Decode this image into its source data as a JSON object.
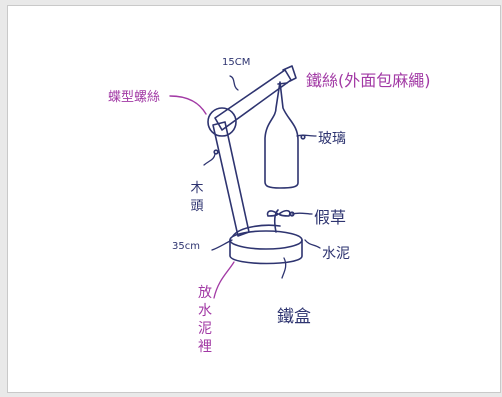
{
  "labels": {
    "length_top": "15CM",
    "wire": "鐵絲(外面包麻繩)",
    "wing_screw": "蝶型螺絲",
    "glass": "玻璃",
    "wood": "木頭",
    "fake_grass": "假草",
    "length_bottom": "35cm",
    "cement": "水泥",
    "put_in_cement": "放水泥裡",
    "iron_box": "鐵盒"
  },
  "colors": {
    "ink": "#2e3470",
    "accent": "#a23aa5",
    "paper": "#ffffff"
  }
}
